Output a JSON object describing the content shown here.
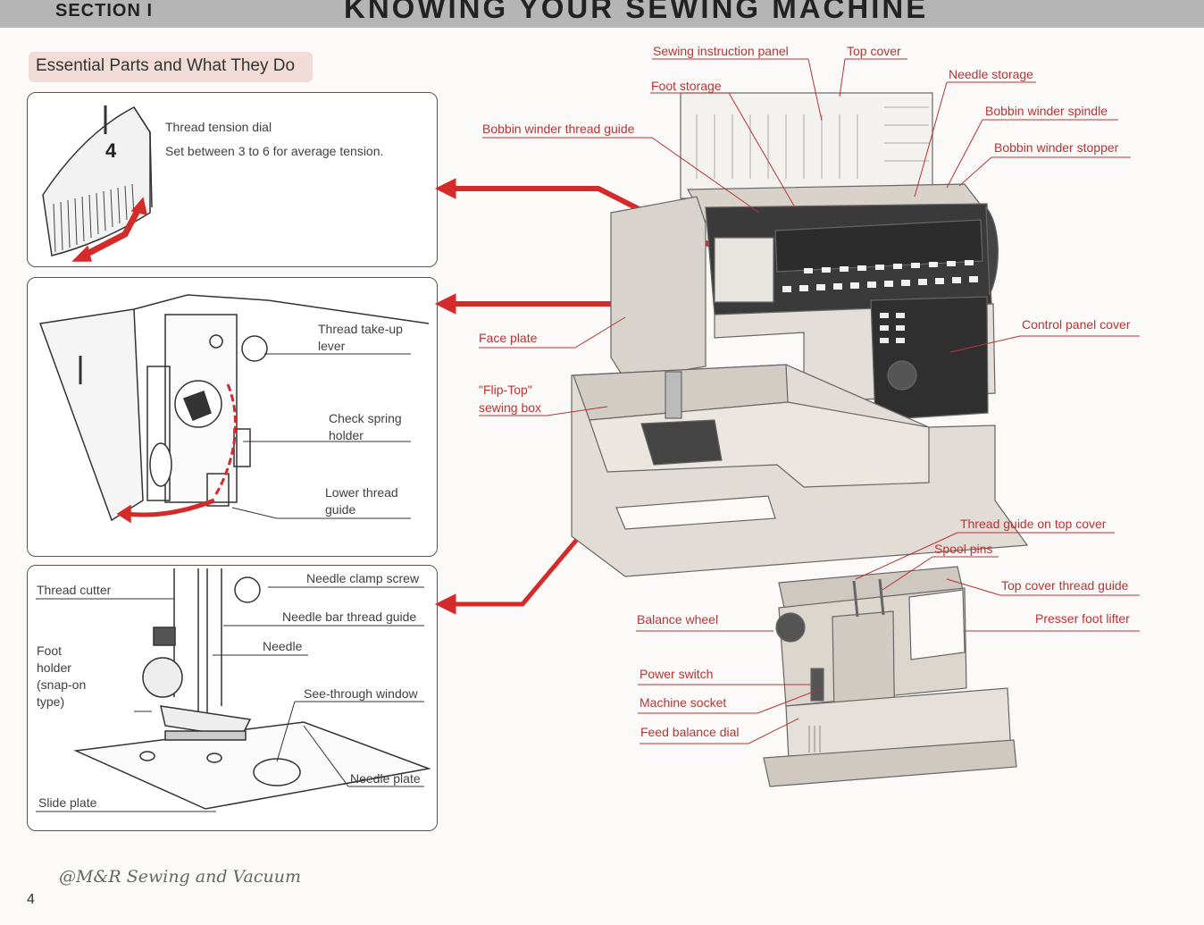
{
  "header": {
    "section": "SECTION I",
    "title": "KNOWING YOUR SEWING MACHINE"
  },
  "subtitle": "Essential Parts and What They Do",
  "panel1": {
    "dial_label": "Thread tension dial",
    "dial_note": "Set between 3 to 6 for average tension.",
    "dial_number": "4"
  },
  "panel2": {
    "take_up": "Thread take-up",
    "take_up_2": "lever",
    "check_spring": "Check spring",
    "check_spring_2": "holder",
    "lower_thread": "Lower thread",
    "lower_thread_2": "guide"
  },
  "panel3": {
    "thread_cutter": "Thread  cutter",
    "needle_clamp": "Needle clamp screw",
    "needle_bar": "Needle bar thread guide",
    "needle": "Needle",
    "foot_holder_1": "Foot",
    "foot_holder_2": "holder",
    "foot_holder_3": "(snap-on",
    "foot_holder_4": "type)",
    "see_through": "See-through window",
    "needle_plate": "Needle plate",
    "slide_plate": "Slide plate"
  },
  "main_labels": {
    "sewing_panel": "Sewing instruction panel",
    "top_cover": "Top cover",
    "needle_storage": "Needle storage",
    "foot_storage": "Foot storage",
    "bobbin_spindle": "Bobbin winder spindle",
    "bobbin_guide": "Bobbin  winder  thread  guide",
    "bobbin_stopper": "Bobbin winder stopper",
    "face_plate": "Face plate",
    "control_cover": "Control panel cover",
    "flip_top_1": "\"Flip-Top\"",
    "flip_top_2": "sewing box"
  },
  "small_labels": {
    "thread_guide_top": "Thread guide on top cover",
    "spool_pins": "Spool pins",
    "top_cover_guide": "Top cover thread guide",
    "balance_wheel": "Balance wheel",
    "presser_lifter": "Presser foot lifter",
    "power_switch": "Power switch",
    "machine_socket": "Machine socket",
    "feed_balance": "Feed balance dial"
  },
  "watermark": "@M&R Sewing and Vacuum",
  "page_number": "4",
  "colors": {
    "accent_red": "#d42a2a",
    "header_grey": "#b5b5b5",
    "subtitle_pink": "#f1dcd8",
    "machine_body": "#e2dcd6"
  }
}
